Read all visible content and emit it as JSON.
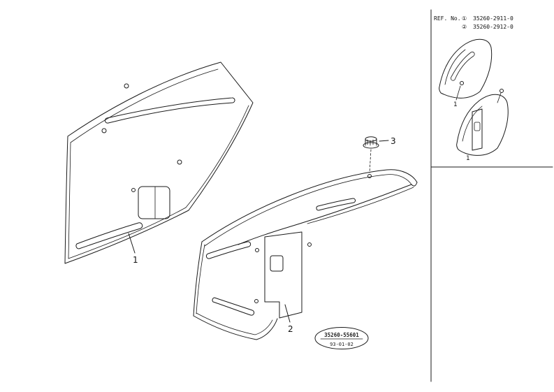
{
  "page": {
    "background_color": "#ffffff",
    "line_color": "#1a1a1a"
  },
  "ref_block": {
    "label": "REF. No.",
    "entries": [
      {
        "marker": "①",
        "number": "35260-2911-0"
      },
      {
        "marker": "②",
        "number": "35260-2912-0"
      }
    ]
  },
  "callouts": {
    "part1": "1",
    "part2": "2",
    "part3": "3",
    "thumb1": "1",
    "thumb2": "1"
  },
  "stamp": {
    "part_number": "35260-55601",
    "date": "93-01-02"
  }
}
